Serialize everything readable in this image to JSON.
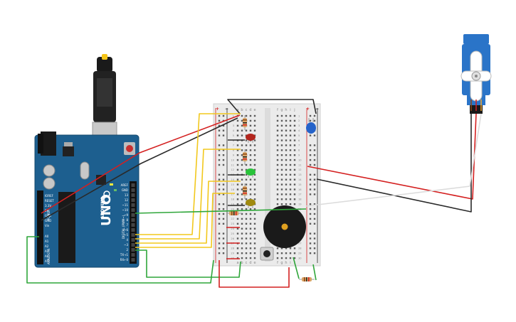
{
  "arduino": {
    "brand": "ARDUINO",
    "model": "UNO",
    "header_top": [
      "AREF",
      "GND",
      "13",
      "12",
      "~11",
      "~10",
      "~9",
      "8"
    ],
    "header_digital": [
      "7",
      "~6",
      "~5",
      "4",
      "~3",
      "2",
      "TX→1",
      "RX←0"
    ],
    "digital_label": "DIGITAL (PWM~)",
    "power_pins": [
      "IOREF",
      "RESET",
      "3.3V",
      "5V",
      "GND",
      "GND",
      "Vin"
    ],
    "power_label": "POWER",
    "analog_pins": [
      "A0",
      "A1",
      "A2",
      "A3",
      "A4",
      "A5"
    ],
    "analog_label": "ANALOG IN",
    "board_color": "#1d5f8f"
  },
  "breadboard": {
    "col_letters_left": [
      "a",
      "b",
      "c",
      "d",
      "e"
    ],
    "col_letters_right": [
      "f",
      "g",
      "h",
      "i",
      "j"
    ],
    "row_numbers": [
      "1",
      "2",
      "3",
      "4",
      "5",
      "6",
      "7",
      "8",
      "9",
      "10",
      "11",
      "12",
      "13",
      "14",
      "15",
      "16",
      "17",
      "18",
      "19",
      "20",
      "21",
      "22",
      "23",
      "24",
      "25",
      "26",
      "27",
      "28",
      "29",
      "30"
    ],
    "rail_plus": "+",
    "rail_minus": "−"
  },
  "components": {
    "leds": [
      {
        "name": "red",
        "color": "#b3261e"
      },
      {
        "name": "green",
        "color": "#29c33a"
      },
      {
        "name": "yellow",
        "color": "#a08a10"
      }
    ],
    "servo_color": "#2a74c8",
    "buzzer_color": "#1a1a1a",
    "capacitor_color": "#2563c9"
  },
  "wire_colors": {
    "red": "#d42020",
    "black": "#2a2a2a",
    "yellow": "#f2c81d",
    "green": "#2fa63a",
    "white": "#f2f2f2"
  }
}
